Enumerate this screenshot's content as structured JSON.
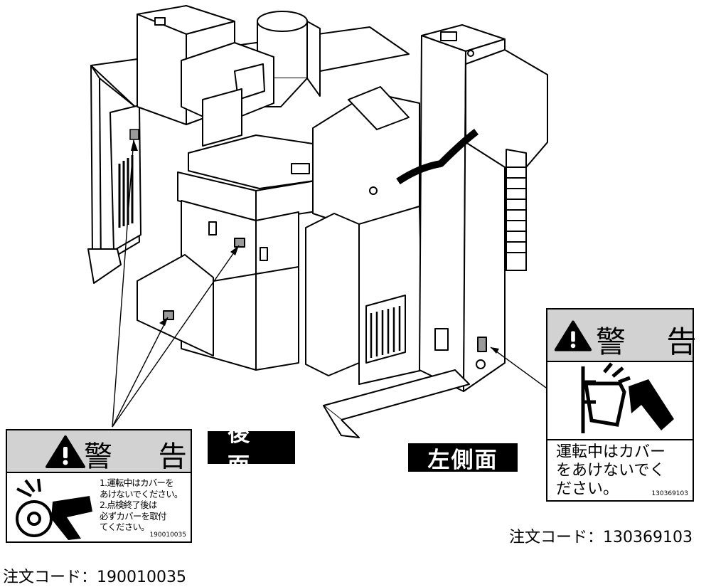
{
  "views": {
    "rear": "後 面",
    "left_side": "左側面"
  },
  "sticker_left": {
    "warning": "警 告",
    "instructions": "1.運転中はカバーを\nあけないでください。\n2.点検終了後は\n必ずカバーを取付\nてください。",
    "part_number": "190010035",
    "order_code": "注文コード：190010035"
  },
  "sticker_right": {
    "warning": "警 告",
    "instructions": "運転中はカバー\nをあけないでく\nださい。",
    "part_number": "130369103",
    "order_code": "注文コード：130369103"
  },
  "colors": {
    "sticker_header": "#d2d2d2",
    "label_bg": "#000000",
    "label_text": "#ffffff",
    "line": "#000000",
    "highlight_patch": "#9a9a9a"
  },
  "icons": [
    "warning-triangle-icon",
    "roller-entanglement-icon",
    "hand-pinch-icon"
  ]
}
